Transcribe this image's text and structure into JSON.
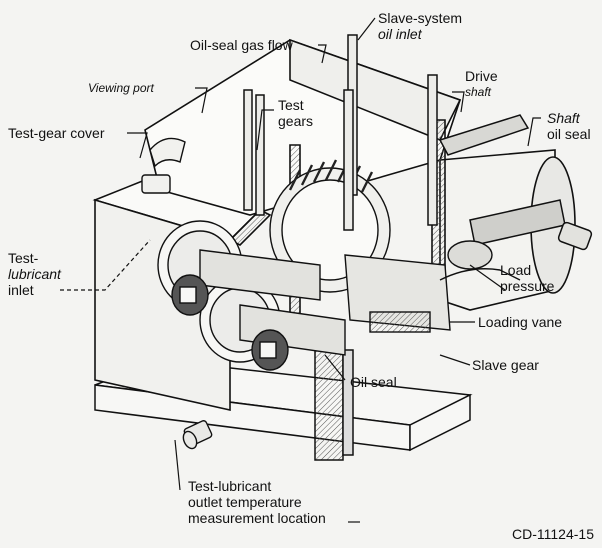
{
  "labels": {
    "slave_system": {
      "line1": "Slave-system",
      "line2": "oil inlet"
    },
    "oil_seal_gas_flow": "Oil-seal gas flow",
    "drive_shaft": {
      "line1": "Drive",
      "line2": "shaft"
    },
    "viewing_port": "Viewing port",
    "test_gears": {
      "line1": "Test",
      "line2": "gears"
    },
    "shaft_oil_seal": {
      "line1": "Shaft",
      "line2": "oil seal"
    },
    "test_gear_cover": "Test-gear cover",
    "test_lubricant_inlet": {
      "line1": "Test-",
      "line2": "lubricant",
      "line3": "inlet"
    },
    "load_pressure": {
      "line1": "Load",
      "line2": "pressure"
    },
    "loading_vane": "Loading vane",
    "slave_gear": "Slave gear",
    "oil_seal": "Oil seal",
    "outlet_temperature": {
      "line1": "Test-lubricant",
      "line2": "outlet temperature",
      "line3": "measurement location"
    }
  },
  "figure_id": "CD-11124-15",
  "colors": {
    "ink": "#111111",
    "paper": "#f4f4f2",
    "shade": "#9a9a96"
  }
}
